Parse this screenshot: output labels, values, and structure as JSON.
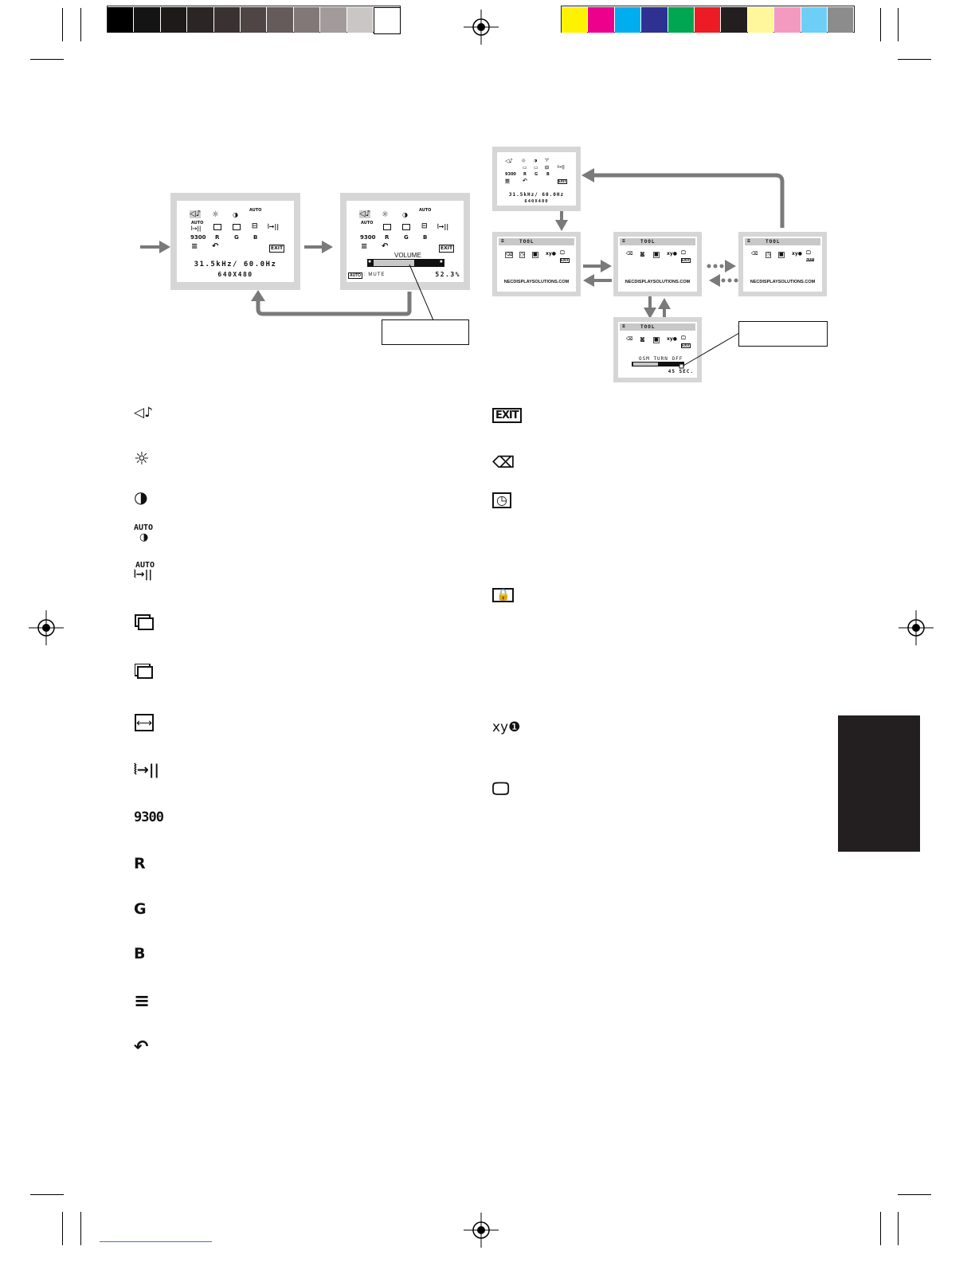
{
  "colors": {
    "grayscale": [
      "#000000",
      "#141414",
      "#1e1a1a",
      "#2b2525",
      "#3a3232",
      "#4f4545",
      "#665b5b",
      "#837878",
      "#a39b9b",
      "#cbc6c6",
      "#ffffff"
    ],
    "process": [
      "#fff200",
      "#ec008c",
      "#00aeef",
      "#2e3192",
      "#00a651",
      "#ed1c24",
      "#231f20",
      "#fff799",
      "#f49ac1",
      "#6dcff6",
      "#8c8c8c"
    ],
    "screen_frame": "#d6d6d6",
    "arrow": "#7a7a7a",
    "tab_block": "#231f20"
  },
  "left_diagram": {
    "screen1": {
      "freq": "31.5kHz/ 60.0Hz",
      "res": "640X480",
      "labels": {
        "auto": "AUTO",
        "temp": "9300",
        "r": "R",
        "g": "G",
        "b": "B",
        "exit": "EXIT"
      }
    },
    "screen2": {
      "freq": "",
      "volume_label": "VOLUME",
      "mute_text": ": MUTE",
      "mute_prefix": "AUTO",
      "percent": "52.3%",
      "labels": {
        "auto": "AUTO",
        "temp": "9300",
        "r": "R",
        "g": "G",
        "b": "B",
        "exit": "EXIT"
      },
      "volume_level": 0.523
    }
  },
  "right_diagram": {
    "top_screen": {
      "freq": "31.5kHz/ 60.0Hz",
      "res": "640X480",
      "labels": {
        "temp": "9300",
        "r": "R",
        "g": "G",
        "b": "B",
        "exit": "EXIT"
      }
    },
    "tool_screens": [
      {
        "title": "TOOL",
        "url": "NECDISPLAYSOLUTIONS.COM",
        "exit": "EXIT"
      },
      {
        "title": "TOOL",
        "url": "NECDISPLAYSOLUTIONS.COM",
        "exit": "EXIT"
      },
      {
        "title": "TOOL",
        "url": "NECDISPLAYSOLUTIONS.COM",
        "exit": "EXIT"
      }
    ],
    "osm_screen": {
      "title": "TOOL",
      "label": "OSM TURN OFF",
      "value": "45 SEC.",
      "exit": "EXIT",
      "level": 0.5
    }
  },
  "legend_left": [
    {
      "icon": "volume-icon",
      "glyph": "◁♪"
    },
    {
      "icon": "brightness-icon",
      "glyph": "☼"
    },
    {
      "icon": "contrast-icon",
      "glyph": "◑"
    },
    {
      "icon": "auto-contrast-icon",
      "top": "AUTO",
      "glyph": "◑"
    },
    {
      "icon": "auto-adjust-icon",
      "top": "AUTO",
      "glyph": "⦚→||"
    },
    {
      "icon": "h-position-icon",
      "glyph": ""
    },
    {
      "icon": "v-position-icon",
      "glyph": ""
    },
    {
      "icon": "h-size-icon",
      "glyph": "⟷"
    },
    {
      "icon": "fine-icon",
      "glyph": "⦚→||"
    },
    {
      "icon": "color-temp-icon",
      "glyph": "9300"
    },
    {
      "icon": "red-icon",
      "glyph": "R"
    },
    {
      "icon": "green-icon",
      "glyph": "G"
    },
    {
      "icon": "blue-icon",
      "glyph": "B"
    },
    {
      "icon": "tool-icon",
      "glyph": "≡"
    },
    {
      "icon": "factory-preset-icon",
      "glyph": "↶"
    }
  ],
  "legend_right": [
    {
      "icon": "exit-icon",
      "glyph": "EXIT"
    },
    {
      "icon": "language-icon",
      "glyph": "⌫"
    },
    {
      "icon": "osm-turn-off-icon",
      "glyph": "◷"
    },
    {
      "icon": "osm-lock-icon",
      "glyph": "🔒"
    },
    {
      "icon": "information-icon",
      "glyph": "xy❶"
    },
    {
      "icon": "monitor-info-icon",
      "glyph": "🖵"
    }
  ]
}
